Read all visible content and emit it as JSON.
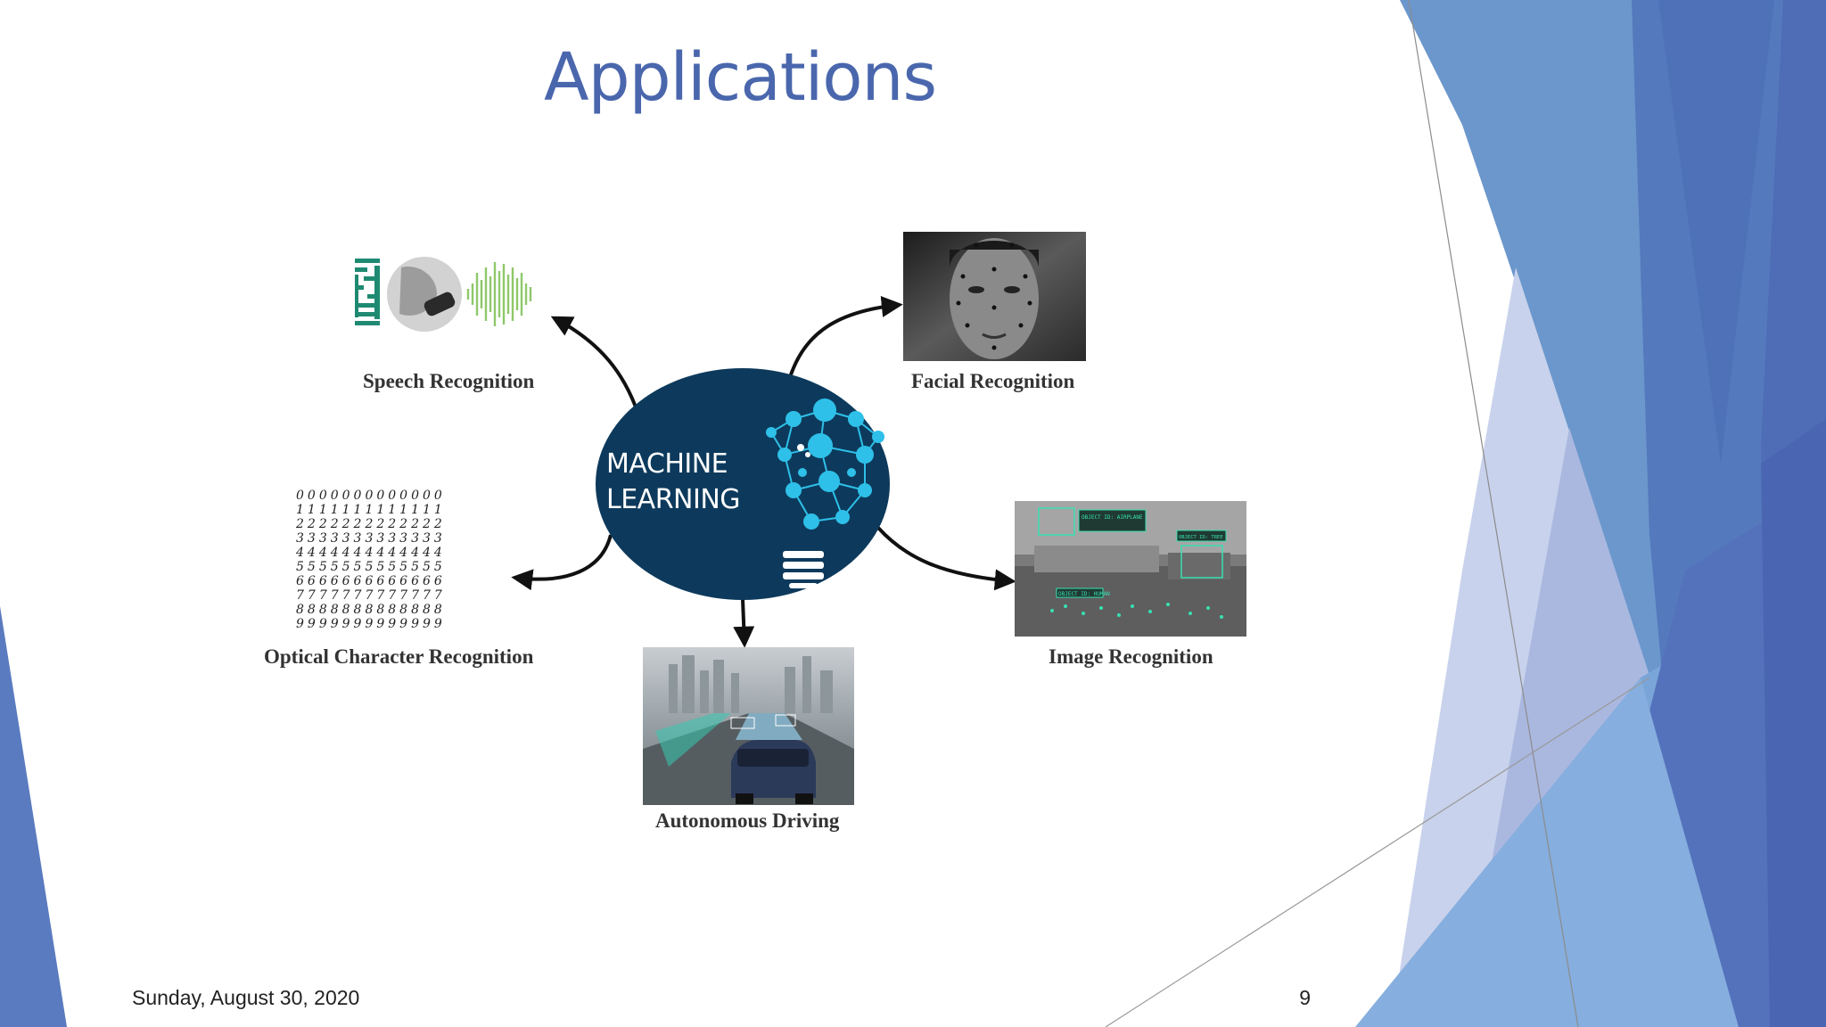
{
  "slide": {
    "title": "Applications",
    "date": "Sunday, August 30, 2020",
    "page_number": "9"
  },
  "diagram": {
    "center_line1": "MACHINE",
    "center_line2": "LEARNING",
    "labels": {
      "speech": "Speech Recognition",
      "facial": "Facial Recognition",
      "ocr": "Optical Character Recognition",
      "image": "Image Recognition",
      "driving": "Autonomous Driving"
    },
    "image_tags": {
      "tag1": "OBJECT ID: AIRPLANE",
      "tag2": "OBJECT ID: TREE",
      "tag3": "OBJECT ID: HUMAN"
    }
  },
  "colors": {
    "title": "#4a67ad",
    "bulb_ellipse": "#0d3a5c",
    "network_nodes": "#2ec0e8",
    "theme_blue_dark": "#4e6fb8",
    "theme_blue_mid": "#6a96cc",
    "theme_blue_light": "#a7b8e0"
  }
}
